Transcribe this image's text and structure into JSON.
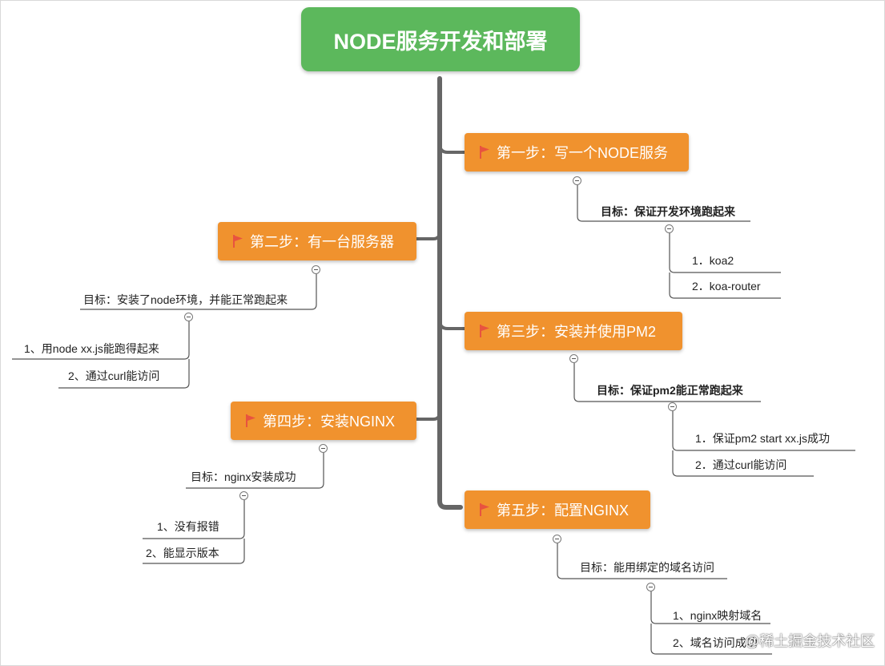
{
  "title": "NODE服务开发和部署",
  "steps": [
    {
      "label": "第一步：写一个NODE服务",
      "goal": "目标：保证开发环境跑起来",
      "items": [
        "1．koa2",
        "2．koa-router"
      ]
    },
    {
      "label": "第二步：有一台服务器",
      "goal": "目标：安装了node环境，并能正常跑起来",
      "items": [
        "1、用node xx.js能跑得起来",
        "2、通过curl能访问"
      ]
    },
    {
      "label": "第三步：安装并使用PM2",
      "goal": "目标：保证pm2能正常跑起来",
      "items": [
        "1．保证pm2 start xx.js成功",
        "2．通过curl能访问"
      ]
    },
    {
      "label": "第四步：安装NGINX",
      "goal": "目标：nginx安装成功",
      "items": [
        "1、没有报错",
        "2、能显示版本"
      ]
    },
    {
      "label": "第五步：配置NGINX",
      "goal": "目标：能用绑定的域名访问",
      "items": [
        "1、nginx映射域名",
        "2、域名访问成功"
      ]
    }
  ],
  "watermark": "@稀土掘金技术社区",
  "colors": {
    "root": "#5cb85c",
    "step": "#f0922e",
    "flag": "#e8533f",
    "trunk": "#666666"
  },
  "icons": {
    "flag": "flag-icon",
    "toggle": "collapse-icon"
  }
}
